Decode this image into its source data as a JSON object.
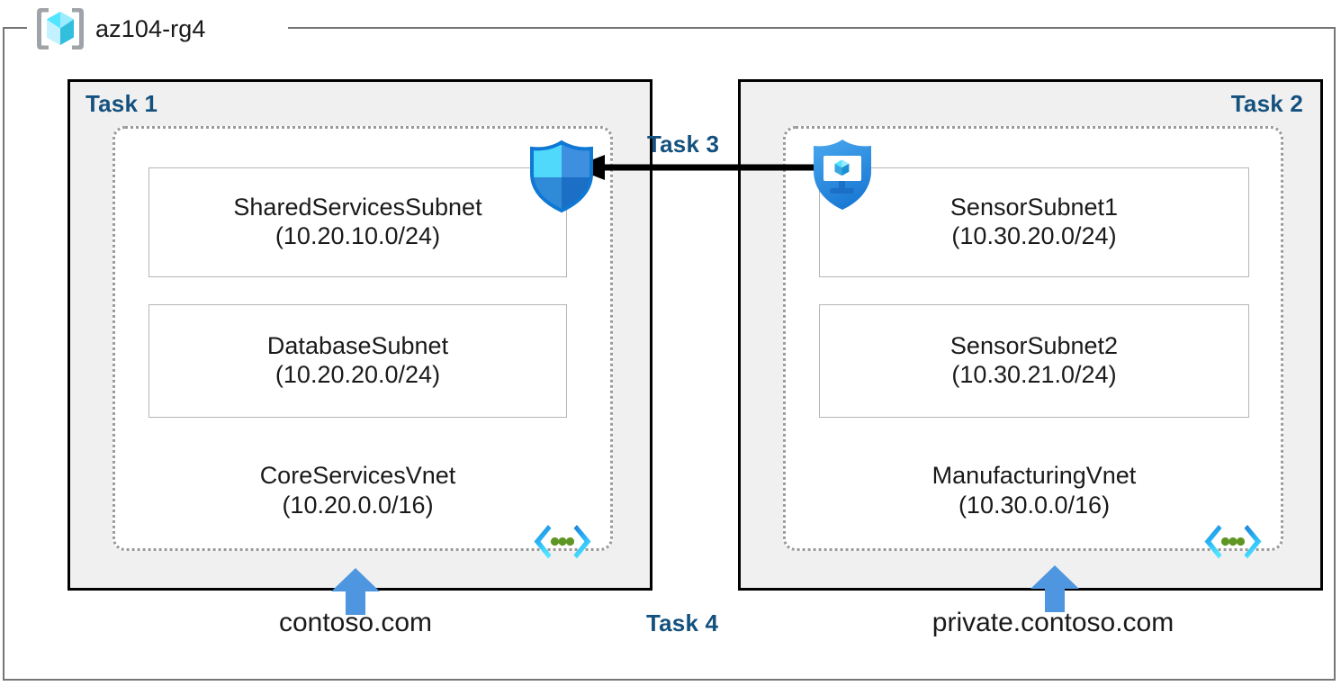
{
  "resource_group": {
    "name": "az104-rg4",
    "icon": "resource-group-cube-icon"
  },
  "panels": [
    {
      "id": "left",
      "task_label": "Task 1",
      "vnet": {
        "name": "CoreServicesVnet",
        "cidr": "(10.20.0.0/16)",
        "icon": "virtual-network-icon",
        "subnets": [
          {
            "name": "SharedServicesSubnet",
            "cidr": "(10.20.10.0/24)"
          },
          {
            "name": "DatabaseSubnet",
            "cidr": "(10.20.20.0/24)"
          }
        ]
      },
      "dns": {
        "label": "contoso.com",
        "arrow_icon": "up-arrow-icon"
      }
    },
    {
      "id": "right",
      "task_label": "Task 2",
      "vnet": {
        "name": "ManufacturingVnet",
        "cidr": "(10.30.0.0/16)",
        "icon": "virtual-network-icon",
        "subnets": [
          {
            "name": "SensorSubnet1",
            "cidr": "(10.30.20.0/24)"
          },
          {
            "name": "SensorSubnet2",
            "cidr": "(10.30.21.0/24)"
          }
        ]
      },
      "dns": {
        "label": "private.contoso.com",
        "arrow_icon": "up-arrow-icon"
      }
    }
  ],
  "connections": {
    "peering": {
      "task_label": "Task 3",
      "arrow_icon": "left-arrow-icon",
      "source_icon": "bastion-shield-monitor-icon",
      "target_icon": "firewall-shield-icon"
    },
    "dns_task": {
      "task_label": "Task 4"
    }
  },
  "colors": {
    "task_label": "#14517e",
    "panel_fill": "#f0f0f0",
    "panel_border": "#000000",
    "vnet_border": "#9a9a9a",
    "subnet_border": "#b5b5b5",
    "frame_border": "#767676",
    "arrow_blue": "#4f96e0",
    "accent_cyan": "#50e6ff",
    "accent_blue": "#0078d4"
  }
}
